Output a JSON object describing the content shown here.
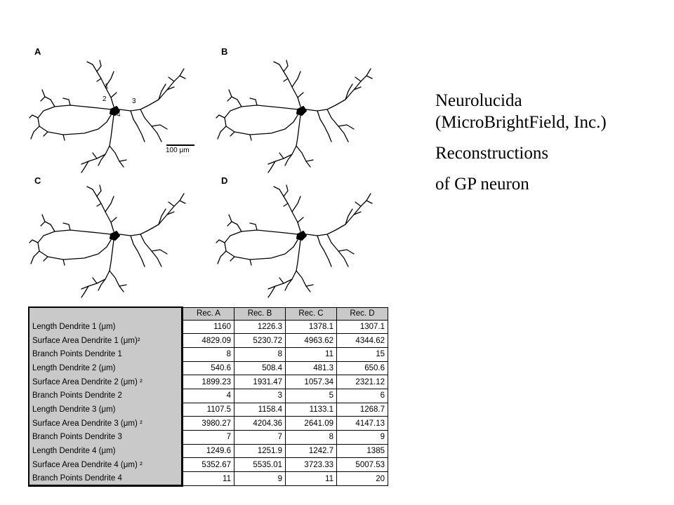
{
  "panels": [
    {
      "label": "A",
      "numbers": [
        "1",
        "2",
        "3",
        "4"
      ],
      "scalebar": "100 μm"
    },
    {
      "label": "B"
    },
    {
      "label": "C"
    },
    {
      "label": "D"
    }
  ],
  "caption": {
    "line1": "Neurolucida (MicroBrightField, Inc.)",
    "line2": "Reconstructions",
    "line3": "of GP neuron"
  },
  "table": {
    "columns": [
      "Rec. A",
      "Rec. B",
      "Rec. C",
      "Rec. D"
    ],
    "rows": [
      {
        "label": "Length Dendrite 1 (μm)",
        "values": [
          "1160",
          "1226.3",
          "1378.1",
          "1307.1"
        ]
      },
      {
        "label": "Surface Area Dendrite 1 (μm)²",
        "values": [
          "4829.09",
          "5230.72",
          "4963.62",
          "4344.62"
        ]
      },
      {
        "label": "Branch Points Dendrite 1",
        "values": [
          "8",
          "8",
          "11",
          "15"
        ]
      },
      {
        "label": "Length Dendrite 2 (μm)",
        "values": [
          "540.6",
          "508.4",
          "481.3",
          "650.6"
        ]
      },
      {
        "label": "Surface Area Dendrite 2 (μm) ²",
        "values": [
          "1899.23",
          "1931.47",
          "1057.34",
          "2321.12"
        ]
      },
      {
        "label": "Branch Points Dendrite 2",
        "values": [
          "4",
          "3",
          "5",
          "6"
        ]
      },
      {
        "label": "Length Dendrite 3 (μm)",
        "values": [
          "1107.5",
          "1158.4",
          "1133.1",
          "1268.7"
        ]
      },
      {
        "label": "Surface Area Dendrite 3 (μm) ²",
        "values": [
          "3980.27",
          "4204.36",
          "2641.09",
          "4147.13"
        ]
      },
      {
        "label": "Branch Points Dendrite 3",
        "values": [
          "7",
          "7",
          "8",
          "9"
        ]
      },
      {
        "label": "Length Dendrite 4 (μm)",
        "values": [
          "1249.6",
          "1251.9",
          "1242.7",
          "1385"
        ]
      },
      {
        "label": "Surface Area Dendrite 4 (μm) ²",
        "values": [
          "5352.67",
          "5535.01",
          "3723.33",
          "5007.53"
        ]
      },
      {
        "label": "Branch Points Dendrite 4",
        "values": [
          "11",
          "9",
          "11",
          "20"
        ]
      }
    ]
  }
}
